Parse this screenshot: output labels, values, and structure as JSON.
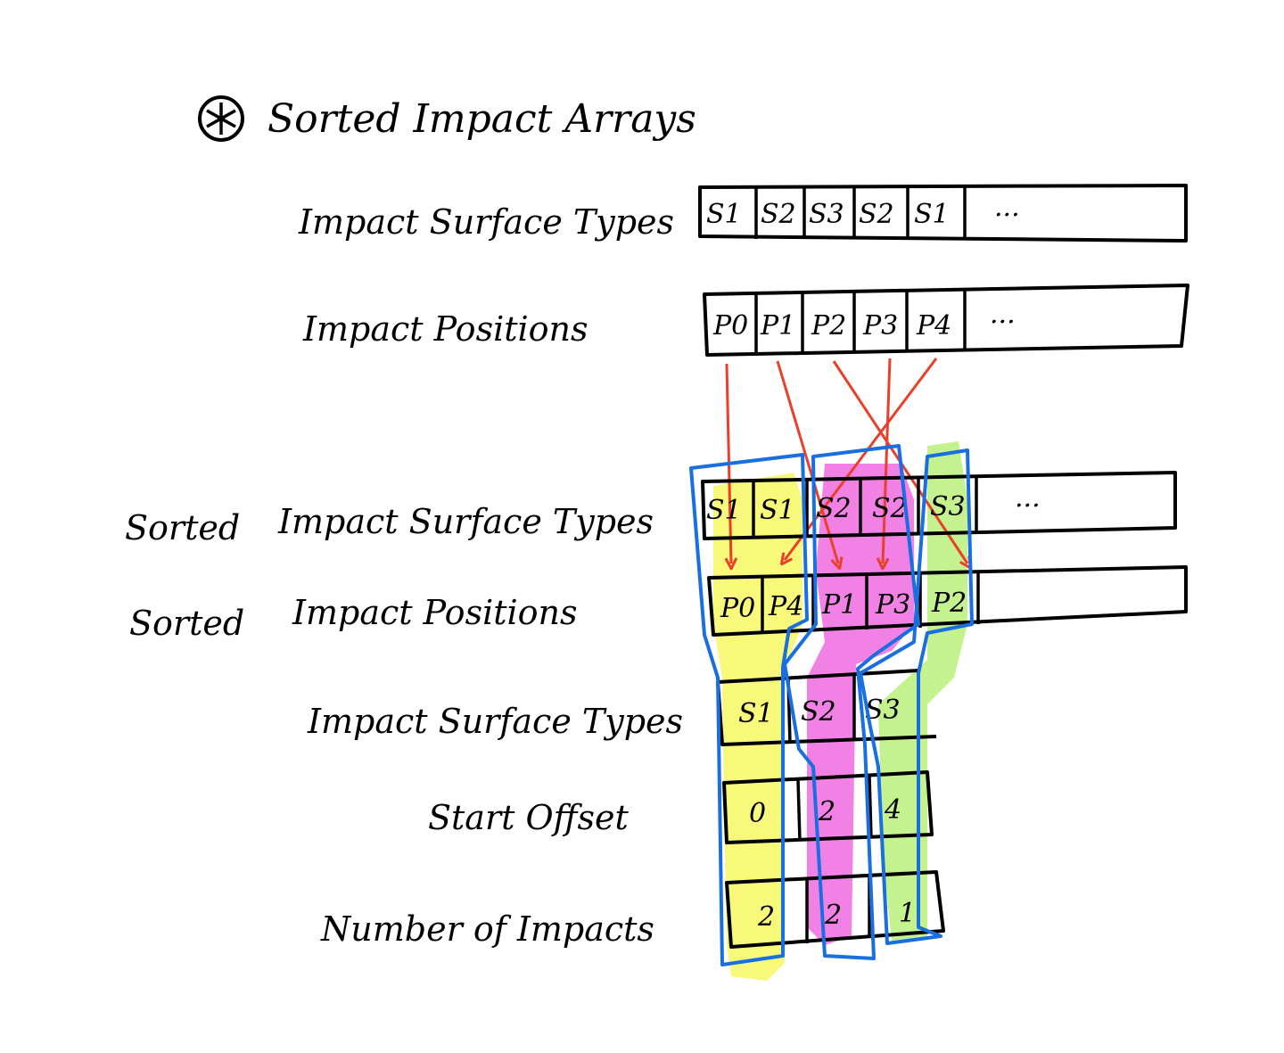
{
  "title": {
    "mark": "⊛",
    "text": "Sorted Impact Arrays"
  },
  "labels": {
    "impact_surface_types": "Impact Surface Types",
    "impact_positions": "Impact Positions",
    "sorted_1": "Sorted",
    "sorted_impact_surface_types": "Impact Surface Types",
    "sorted_2": "Sorted",
    "sorted_impact_positions": "Impact Positions",
    "group_impact_surface_types": "Impact Surface Types",
    "start_offset": "Start Offset",
    "number_of_impacts": "Number of Impacts"
  },
  "arrays": {
    "impact_surface_types": [
      "S1",
      "S2",
      "S3",
      "S2",
      "S1",
      "..."
    ],
    "impact_positions": [
      "P0",
      "P1",
      "P2",
      "P3",
      "P4",
      "..."
    ],
    "sorted_impact_surface_types": [
      "S1",
      "S1",
      "S2",
      "S2",
      "S3",
      "..."
    ],
    "sorted_impact_positions": [
      "P0",
      "P4",
      "P1",
      "P3",
      "P2"
    ],
    "group_surface_types": [
      "S1",
      "S2",
      "S3"
    ],
    "start_offset": [
      "0",
      "2",
      "4"
    ],
    "number_of_impacts": [
      "2",
      "2",
      "1"
    ]
  },
  "colors": {
    "ink": "#000000",
    "arrow": "#e8402a",
    "outline": "#1a6fe0",
    "group_s1": "#f7f764",
    "group_s2": "#f06be0",
    "group_s3": "#b9f07a"
  }
}
